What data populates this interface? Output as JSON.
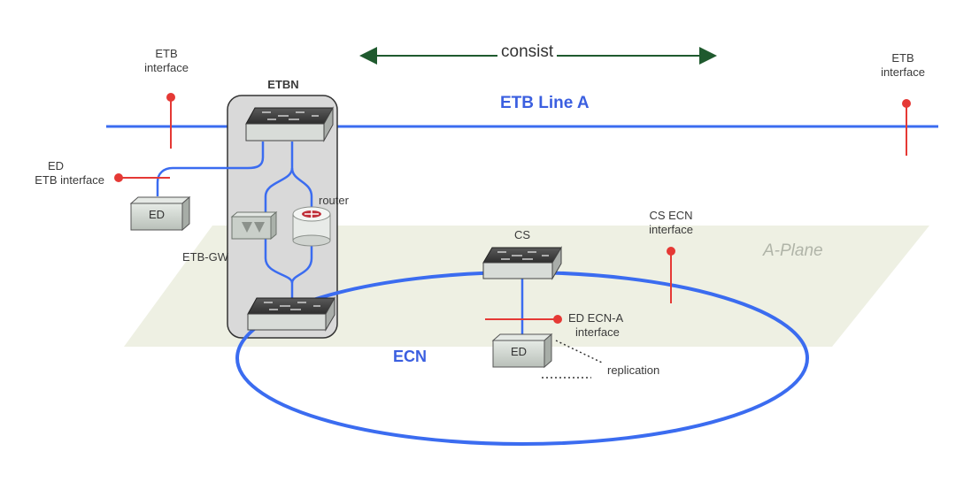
{
  "labels": {
    "etb_interface_left": [
      "ETB",
      "interface"
    ],
    "etb_interface_right": [
      "ETB",
      "interface"
    ],
    "consist": "consist",
    "etbn": "ETBN",
    "etb_line_a": "ETB Line A",
    "ed_etb_interface": [
      "ED",
      "ETB interface"
    ],
    "ed": "ED",
    "router": "router",
    "etb_gw": "ETB-GW",
    "cs": "CS",
    "cs_ecn_interface": [
      "CS ECN",
      "interface"
    ],
    "a_plane": "A-Plane",
    "ed_ecn_a_interface": [
      "ED ECN-A",
      "interface"
    ],
    "ecn": "ECN",
    "replication": "replication"
  },
  "colors": {
    "line_blue": "#3b6cf0",
    "ring_blue": "#3b6cf0",
    "interface_red": "#e53935",
    "arrow_green": "#1f5a2e",
    "plane_fill": "#eef0e3",
    "etbn_box": "#d9d9d9",
    "switch_top": "#3a3a3a",
    "device_fill": "#c9cfc9"
  }
}
